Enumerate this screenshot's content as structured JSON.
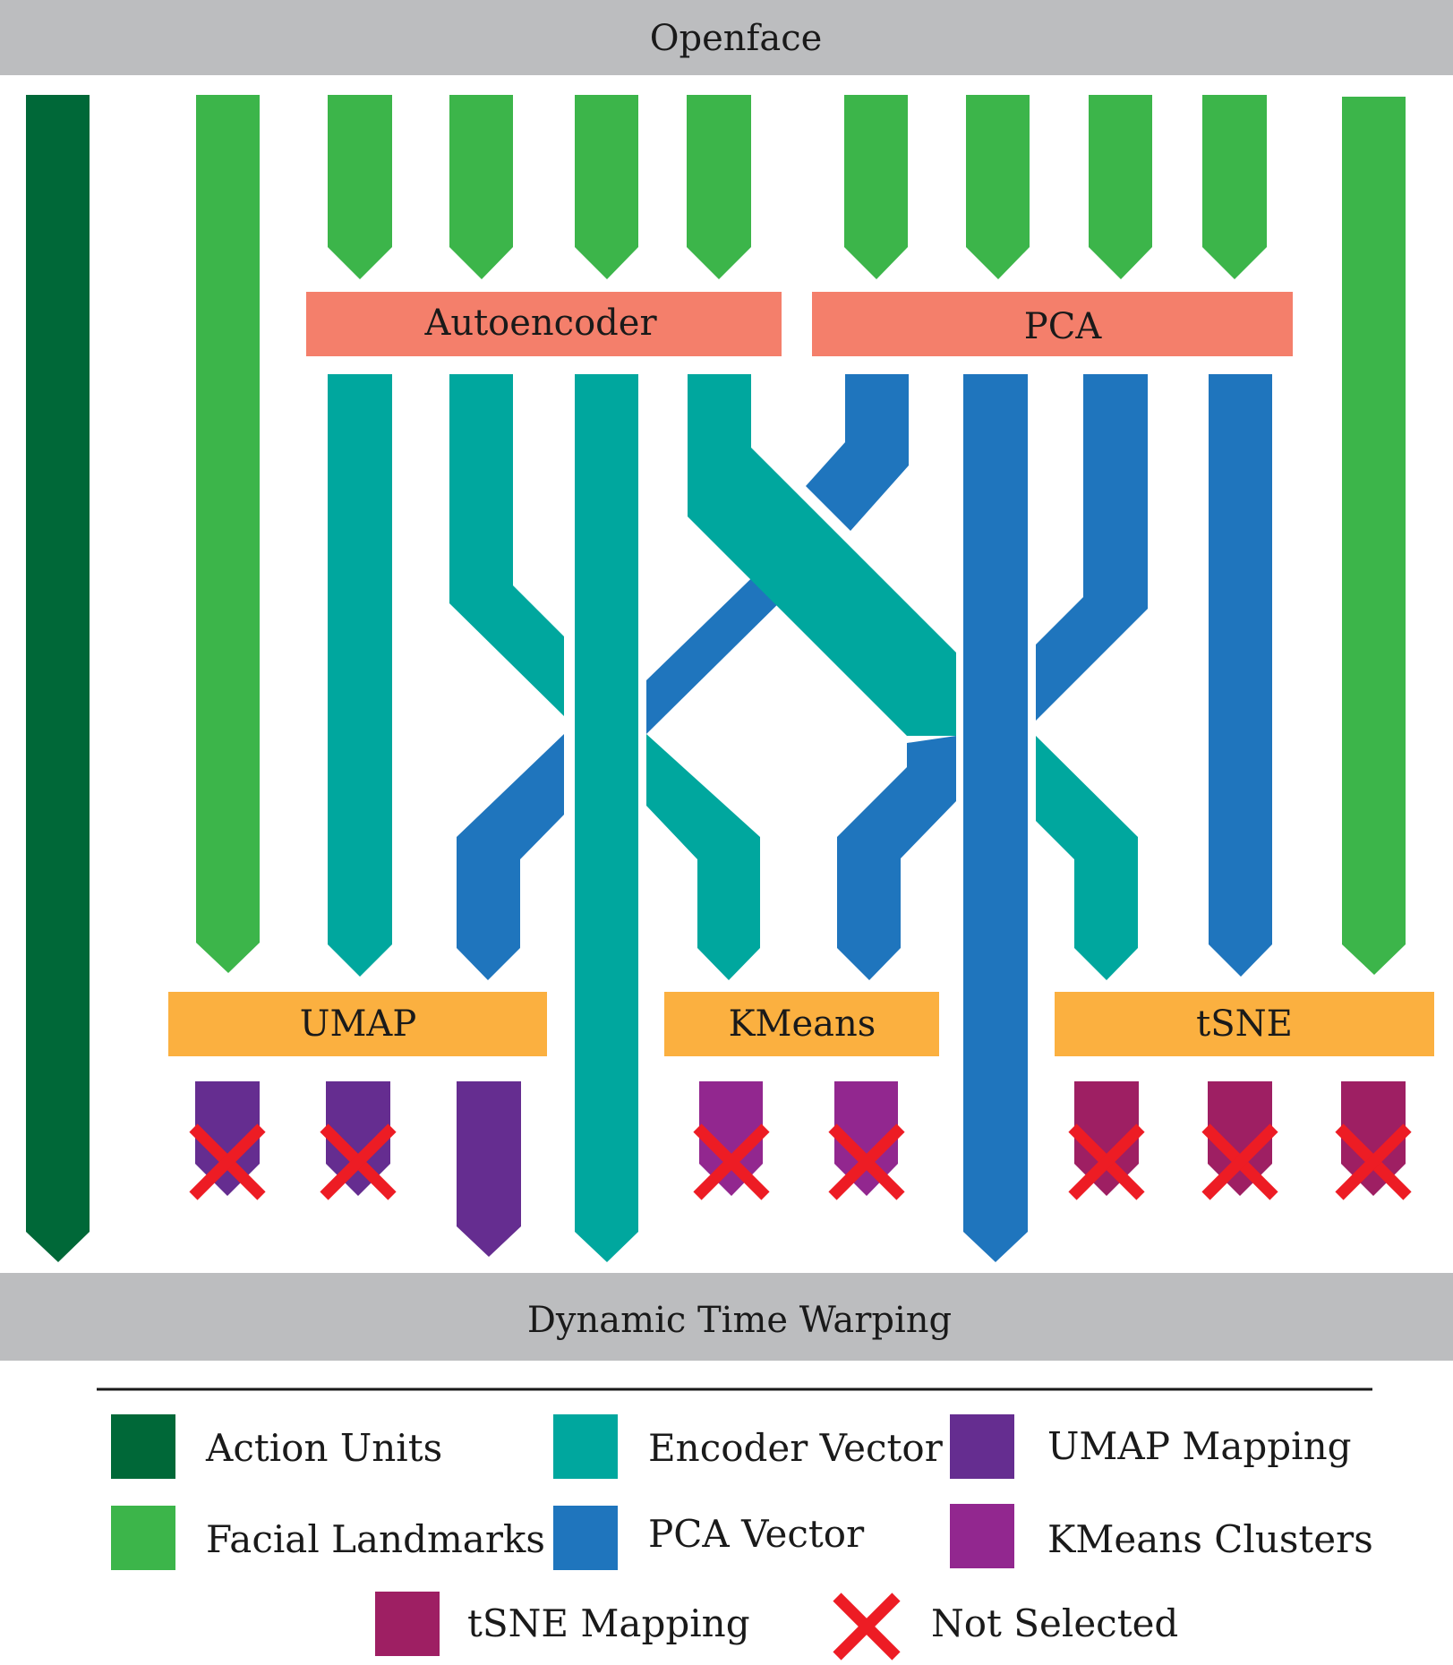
{
  "stages": {
    "top": "Openface",
    "bottom": "Dynamic Time Warping"
  },
  "reducers": {
    "autoencoder": "Autoencoder",
    "pca": "PCA"
  },
  "mappers": {
    "umap": "UMAP",
    "kmeans": "KMeans",
    "tsne": "tSNE"
  },
  "colors": {
    "gray": "#bcbdbf",
    "action_units": "#006838",
    "facial_landmarks": "#3cb54a",
    "encoder_vector": "#00a79e",
    "pca_vector": "#1f75bd",
    "umap_mapping": "#652d90",
    "kmeans_clusters": "#92278f",
    "tsne_mapping": "#9e1f63",
    "reducer_box": "#f47f6b",
    "mapper_box": "#fbb040",
    "not_selected": "#ed1c24"
  },
  "legend": [
    {
      "label": "Action Units",
      "color": "#006838"
    },
    {
      "label": "Encoder Vector",
      "color": "#00a79e"
    },
    {
      "label": "UMAP Mapping",
      "color": "#652d90"
    },
    {
      "label": "Facial Landmarks",
      "color": "#3cb54a"
    },
    {
      "label": "PCA Vector",
      "color": "#1f75bd"
    },
    {
      "label": "KMeans Clusters",
      "color": "#92278f"
    },
    {
      "label": "tSNE Mapping",
      "color": "#9e1f63"
    },
    {
      "label": "Not Selected",
      "icon": "red-x-icon"
    }
  ]
}
